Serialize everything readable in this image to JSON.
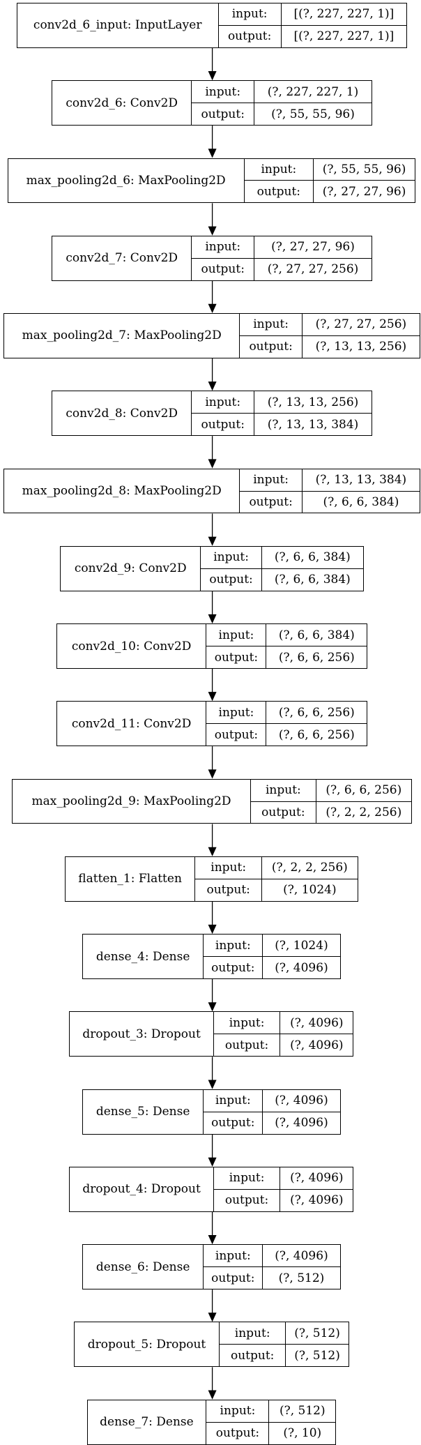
{
  "diagram": {
    "input_label": "input:",
    "output_label": "output:",
    "layers": [
      {
        "name": "conv2d_6_input: InputLayer",
        "input": "[(?, 227, 227, 1)]",
        "output": "[(?, 227, 227, 1)]"
      },
      {
        "name": "conv2d_6: Conv2D",
        "input": "(?, 227, 227, 1)",
        "output": "(?, 55, 55, 96)"
      },
      {
        "name": "max_pooling2d_6: MaxPooling2D",
        "input": "(?, 55, 55, 96)",
        "output": "(?, 27, 27, 96)"
      },
      {
        "name": "conv2d_7: Conv2D",
        "input": "(?, 27, 27, 96)",
        "output": "(?, 27, 27, 256)"
      },
      {
        "name": "max_pooling2d_7: MaxPooling2D",
        "input": "(?, 27, 27, 256)",
        "output": "(?, 13, 13, 256)"
      },
      {
        "name": "conv2d_8: Conv2D",
        "input": "(?, 13, 13, 256)",
        "output": "(?, 13, 13, 384)"
      },
      {
        "name": "max_pooling2d_8: MaxPooling2D",
        "input": "(?, 13, 13, 384)",
        "output": "(?, 6, 6, 384)"
      },
      {
        "name": "conv2d_9: Conv2D",
        "input": "(?, 6, 6, 384)",
        "output": "(?, 6, 6, 384)"
      },
      {
        "name": "conv2d_10: Conv2D",
        "input": "(?, 6, 6, 384)",
        "output": "(?, 6, 6, 256)"
      },
      {
        "name": "conv2d_11: Conv2D",
        "input": "(?, 6, 6, 256)",
        "output": "(?, 6, 6, 256)"
      },
      {
        "name": "max_pooling2d_9: MaxPooling2D",
        "input": "(?, 6, 6, 256)",
        "output": "(?, 2, 2, 256)"
      },
      {
        "name": "flatten_1: Flatten",
        "input": "(?, 2, 2, 256)",
        "output": "(?, 1024)"
      },
      {
        "name": "dense_4: Dense",
        "input": "(?, 1024)",
        "output": "(?, 4096)"
      },
      {
        "name": "dropout_3: Dropout",
        "input": "(?, 4096)",
        "output": "(?, 4096)"
      },
      {
        "name": "dense_5: Dense",
        "input": "(?, 4096)",
        "output": "(?, 4096)"
      },
      {
        "name": "dropout_4: Dropout",
        "input": "(?, 4096)",
        "output": "(?, 4096)"
      },
      {
        "name": "dense_6: Dense",
        "input": "(?, 4096)",
        "output": "(?, 512)"
      },
      {
        "name": "dropout_5: Dropout",
        "input": "(?, 512)",
        "output": "(?, 512)"
      },
      {
        "name": "dense_7: Dense",
        "input": "(?, 512)",
        "output": "(?, 10)"
      }
    ]
  }
}
